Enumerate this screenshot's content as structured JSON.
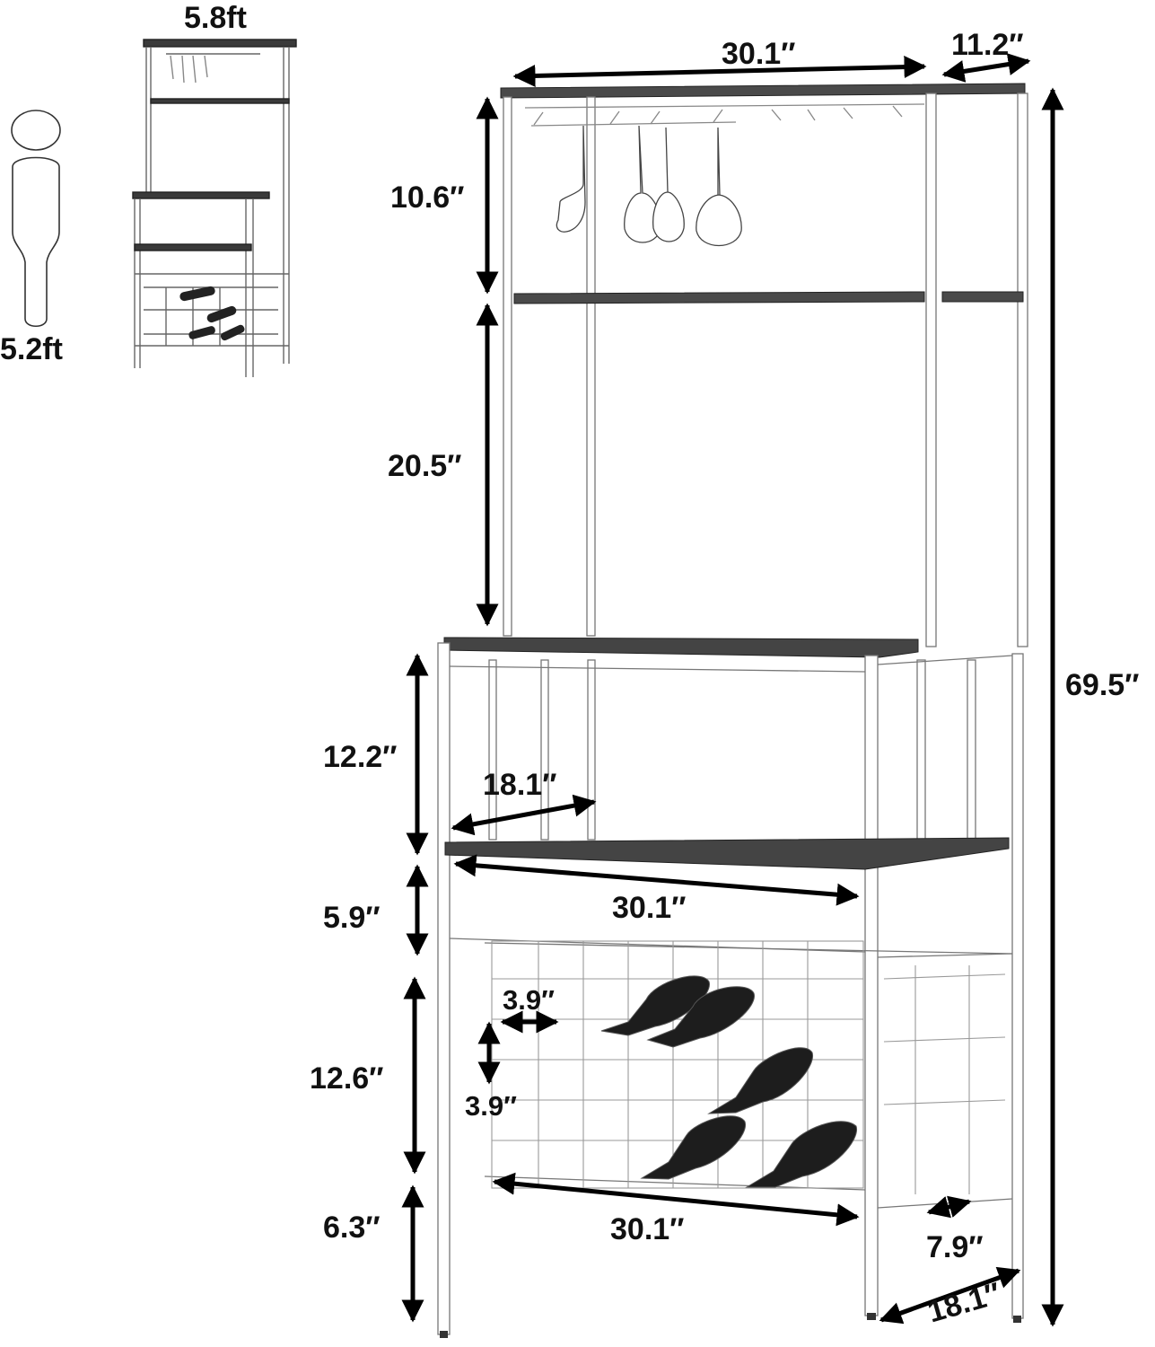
{
  "colors": {
    "frame": "#ffffff",
    "frame_outline": "#555555",
    "shelf_top": "#3a3a3a",
    "arrow": "#000000",
    "text": "#111111"
  },
  "person_height_label": "5.2ft",
  "thumbnail_height_label": "5.8ft",
  "dimensions": {
    "top_width": "30.1″",
    "top_depth": "11.2″",
    "glass_section_height": "10.6″",
    "upper_open_height": "20.5″",
    "total_height": "69.5″",
    "middle_section_height": "12.2″",
    "lower_shelf_depth": "18.1″",
    "lower_shelf_width": "30.1″",
    "gap_height": "5.9″",
    "wine_cell_width": "3.9″",
    "wine_cell_height": "3.9″",
    "wine_rack_height": "12.6″",
    "bottom_clearance": "6.3″",
    "rack_width": "30.1″",
    "rack_depth": "7.9″",
    "base_depth": "18.1″"
  },
  "icons": {
    "person": "person-silhouette-icon",
    "rack_thumbnail": "bakers-rack-thumbnail",
    "rack": "bakers-rack-illustration"
  }
}
